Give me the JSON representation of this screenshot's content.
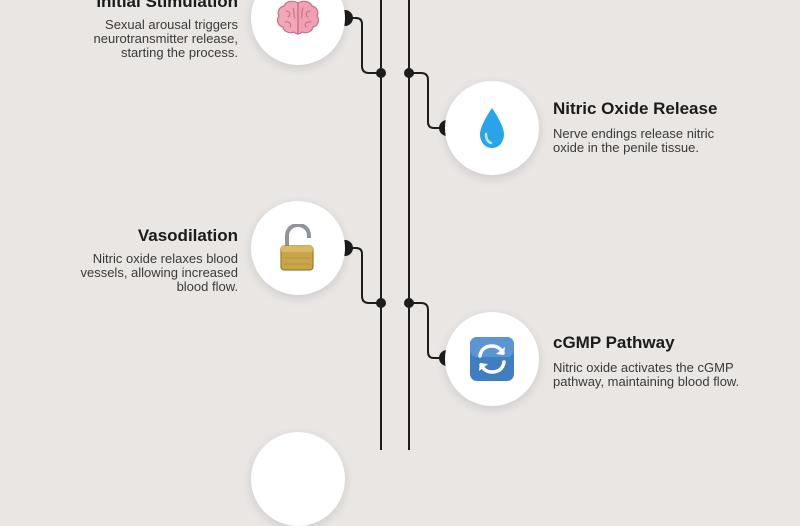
{
  "steps": [
    {
      "title": "Initial Stimulation",
      "description": "Sexual arousal triggers neurotransmitter release, starting the process.",
      "icon": "brain-icon"
    },
    {
      "title": "Nitric Oxide Release",
      "description": "Nerve endings release nitric oxide in the penile tissue.",
      "icon": "droplet-icon"
    },
    {
      "title": "Vasodilation",
      "description": "Nitric oxide relaxes blood vessels, allowing increased blood flow.",
      "icon": "unlocked-padlock-icon"
    },
    {
      "title": "cGMP Pathway",
      "description": "Nitric oxide activates the cGMP pathway, maintaining blood flow.",
      "icon": "cycle-arrows-icon"
    }
  ],
  "colors": {
    "background": "#e9e6e3",
    "line": "#1d1d1d",
    "circle": "#ffffff",
    "droplet": "#2aa4e8",
    "padlock": "#c8a54a",
    "cycle": "#3f7fc1"
  }
}
